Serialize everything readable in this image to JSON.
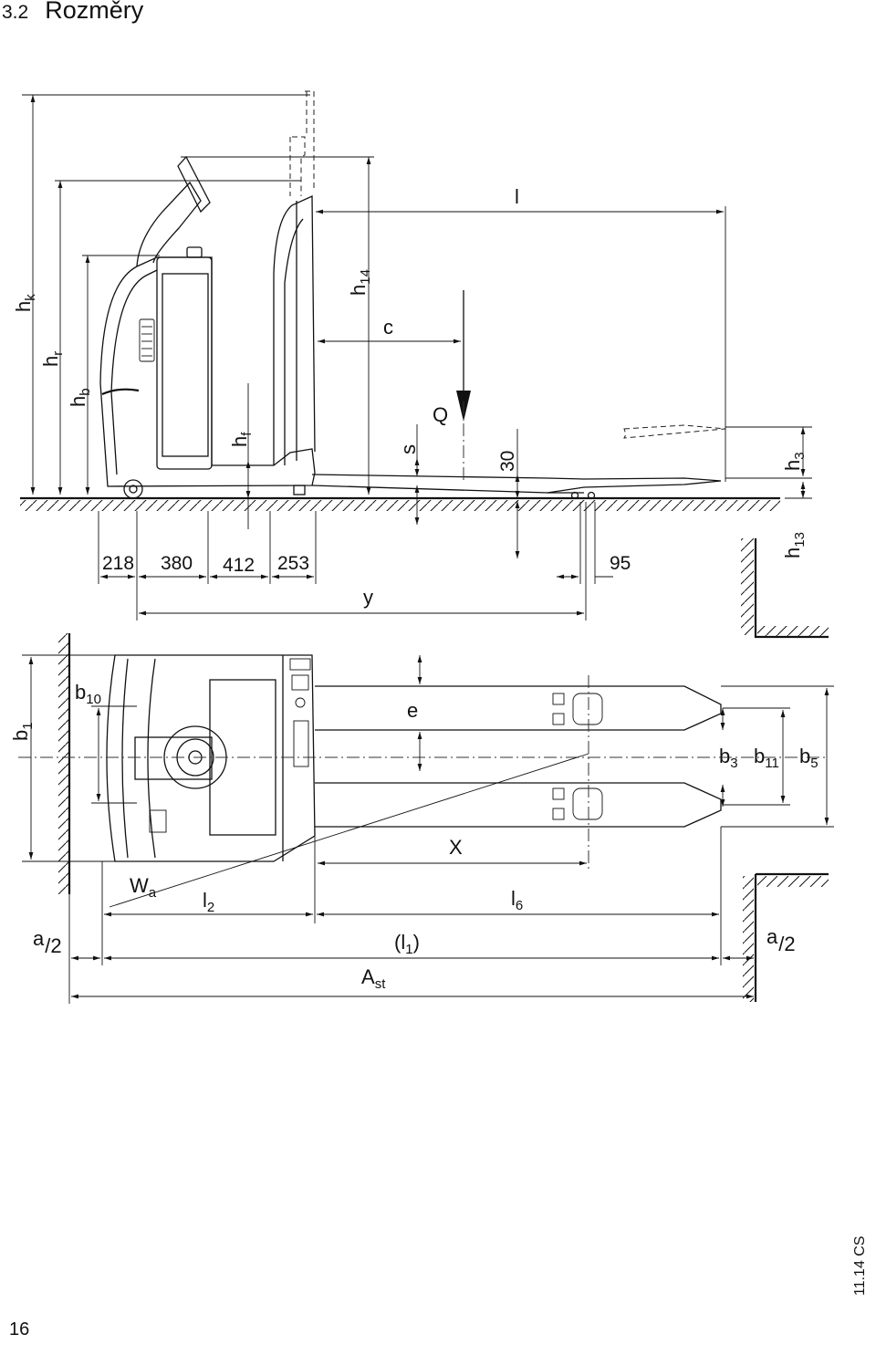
{
  "header": {
    "section": "3.2",
    "title": "Rozměry"
  },
  "footer": {
    "page": "16",
    "edition": "11.14 CS"
  },
  "side_view": {
    "labels": {
      "hk": "h",
      "hk_sub": "k",
      "hr": "h",
      "hr_sub": "r",
      "hb": "h",
      "hb_sub": "b",
      "hf": "h",
      "hf_sub": "f",
      "h14": "h",
      "h14_sub": "14",
      "s": "s",
      "c": "c",
      "l": "l",
      "q": "Q",
      "y": "y",
      "h3": "h",
      "h3_sub": "3",
      "h13": "h",
      "h13_sub": "13"
    },
    "dimensions": {
      "d218": "218",
      "d380": "380",
      "d412": "412",
      "d253": "253",
      "d30": "30",
      "d95": "95"
    }
  },
  "top_view": {
    "labels": {
      "b1": "b",
      "b1_sub": "1",
      "b10": "b",
      "b10_sub": "10",
      "e": "e",
      "x": "X",
      "b3": "b",
      "b3_sub": "3",
      "b11": "b",
      "b11_sub": "11",
      "b5": "b",
      "b5_sub": "5",
      "wa": "W",
      "wa_sub": "a",
      "l2": "l",
      "l2_sub": "2",
      "l6": "l",
      "l6_sub": "6",
      "a2_left": "a",
      "a2_left_den": "/2",
      "a2_right": "a",
      "a2_right_den": "/2",
      "l1_open": "(l",
      "l1_sub": "1",
      "l1_close": ")",
      "ast": "A",
      "ast_sub": "st"
    }
  }
}
